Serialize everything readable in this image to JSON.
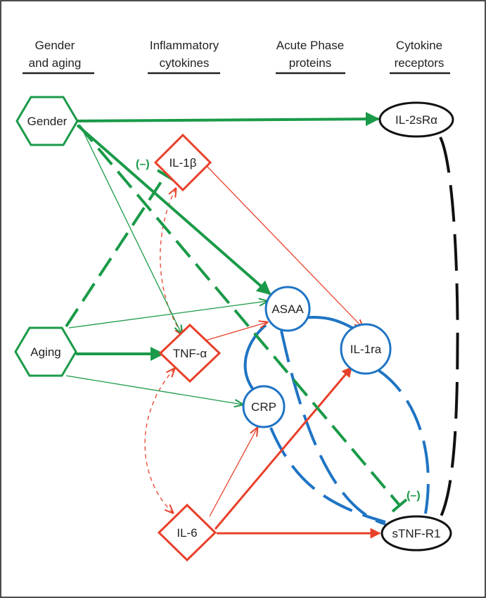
{
  "headers": {
    "gender_aging": [
      "Gender",
      "and aging"
    ],
    "inflammatory": [
      "Inflammatory",
      "cytokines"
    ],
    "acute_phase": [
      "Acute Phase",
      "proteins"
    ],
    "receptors": [
      "Cytokine",
      "receptors"
    ]
  },
  "nodes": {
    "gender": "Gender",
    "aging": "Aging",
    "il1b": "IL-1β",
    "tnfa": "TNF-α",
    "il6": "IL-6",
    "asaa": "ASAA",
    "crp": "CRP",
    "il1ra": "IL-1ra",
    "il2sra": "IL-2sRα",
    "stnfr1": "sTNF-R1"
  },
  "negative_labels": {
    "il1b": "(–)",
    "stnfr1": "(–)"
  },
  "colors": {
    "green": "#1a9a48",
    "red": "#e8402a",
    "blue": "#1f74c4",
    "black": "#111111"
  }
}
